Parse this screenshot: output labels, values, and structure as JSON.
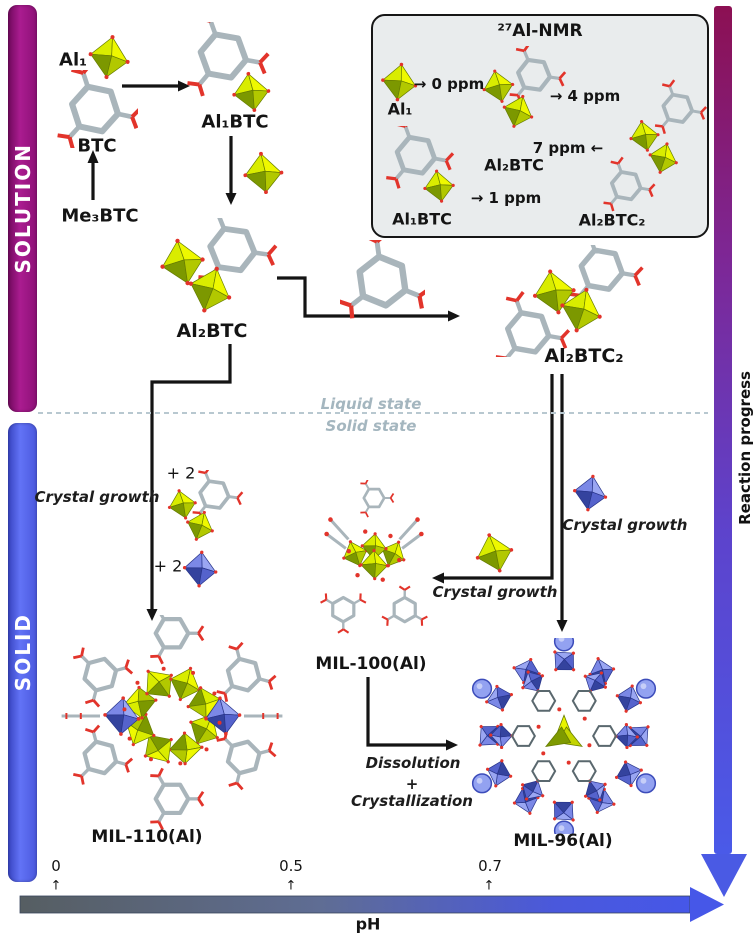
{
  "sidebars": {
    "solution": "SOLUTION",
    "solid": "SOLID"
  },
  "right_axis": {
    "label": "Reaction progress"
  },
  "nmr_box": {
    "title": "²⁷Al-NMR",
    "al1": {
      "species": "Al₁",
      "shift": "→ 0 ppm"
    },
    "al2btc": {
      "species": "Al₂BTC",
      "shift": "→ 4 ppm"
    },
    "al1btc": {
      "species": "Al₁BTC",
      "shift": "→ 1 ppm"
    },
    "al2btc2": {
      "species": "Al₂BTC₂",
      "shift": "7 ppm ←"
    }
  },
  "pathway": {
    "al1": "Al₁",
    "btc": "BTC",
    "me3btc": "Me₃BTC",
    "al1btc": "Al₁BTC",
    "al2btc": "Al₂BTC",
    "al2btc2": "Al₂BTC₂",
    "plus_two_ligand": "+ 2",
    "plus_two_metal": "+ 2",
    "crystal_growth_left": "Crystal growth",
    "crystal_growth_mid": "Crystal growth",
    "crystal_growth_right": "Crystal growth",
    "dissolution": "Dissolution",
    "plus": "+",
    "crystallization": "Crystallization",
    "mil110": "MIL-110(Al)",
    "mil100": "MIL-100(Al)",
    "mil96": "MIL-96(Al)"
  },
  "phase_divider": {
    "liquid": "Liquid state",
    "solid": "Solid state"
  },
  "ph_axis": {
    "ticks": [
      "0",
      "0.5",
      "0.7"
    ],
    "tick_marker": "↑",
    "label": "pH"
  },
  "colors": {
    "solution_bar": "#9c1382",
    "solid_bar": "#4f5fe6",
    "reaction_arrow_top": "#8c1053",
    "reaction_arrow_bottom": "#4a5ae8",
    "ph_arrow_blue": "#4657e8",
    "octahedron_yellow": "#dff000",
    "octahedron_blue": "#6a77dd",
    "oxygen_red": "#e2342b",
    "carbon_gray": "#a9b5bb",
    "nmr_box_bg": "#e9eced",
    "phase_text": "#a4b6bf"
  }
}
